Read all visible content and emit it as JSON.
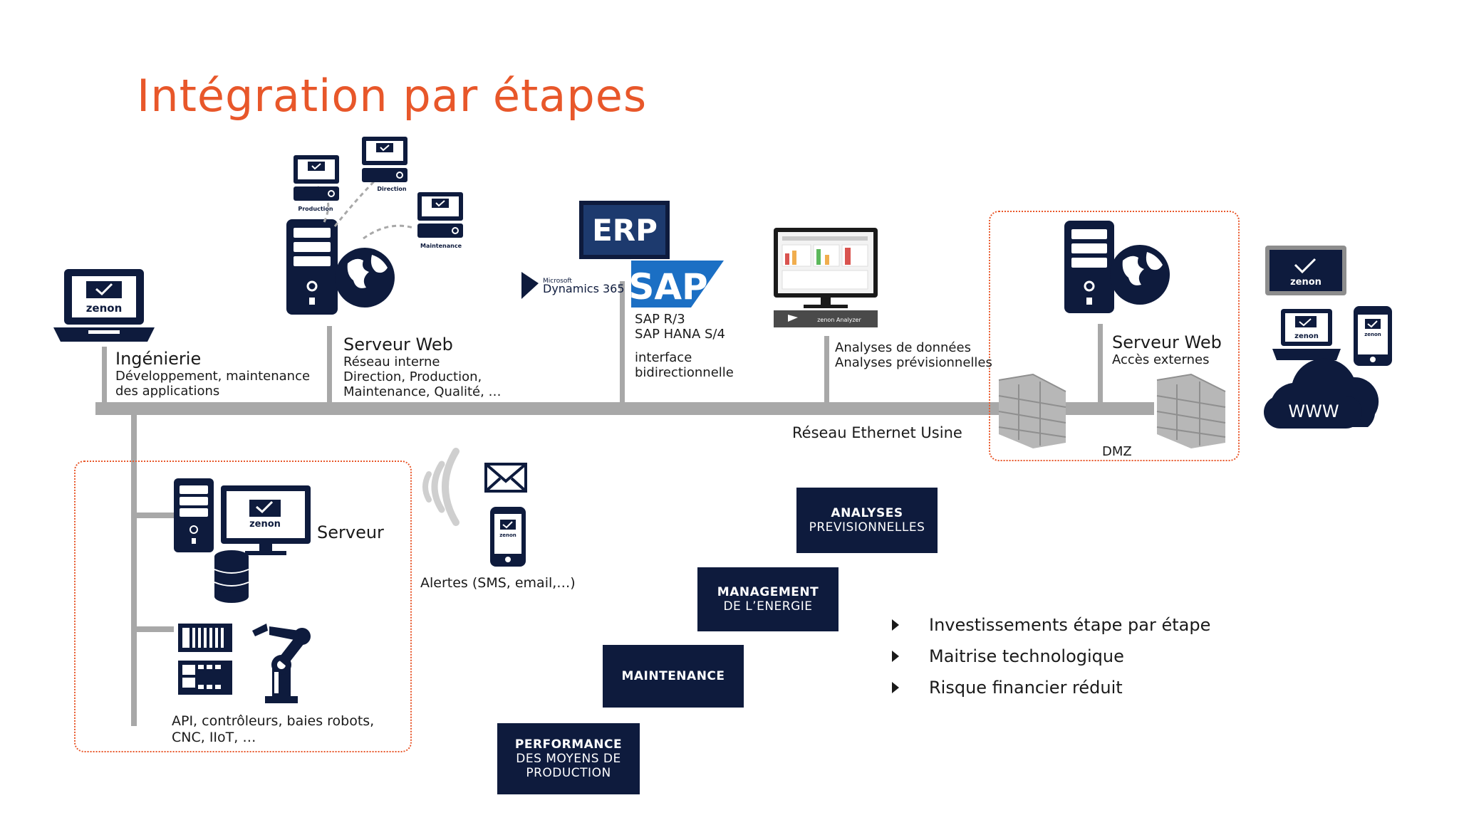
{
  "title": "Intégration par étapes",
  "nodes": {
    "engineering": {
      "title": "Ingénierie",
      "lines": [
        "Développement, maintenance",
        "des applications"
      ]
    },
    "webserver_internal": {
      "title": "Serveur Web",
      "lines": [
        "Réseau interne",
        "Direction, Production,",
        "Maintenance, Qualité, …"
      ]
    },
    "mini_pc_labels": {
      "production": "Production",
      "direction": "Direction",
      "maintenance": "Maintenance"
    },
    "erp": {
      "badge": "ERP",
      "ms_top": "Microsoft",
      "ms_bottom": "Dynamics 365",
      "sap_logo": "SAP",
      "lines": [
        "SAP R/3",
        "SAP HANA S/4",
        "",
        "interface",
        "bidirectionnelle"
      ]
    },
    "analyzer": {
      "caption": "zenon Analyzer",
      "lines": [
        "Analyses de données",
        "Analyses prévisionnelles"
      ]
    },
    "webserver_external": {
      "title": "Serveur Web",
      "lines": [
        "Accès externes"
      ]
    },
    "network_label": "Réseau Ethernet Usine",
    "dmz_label": "DMZ",
    "www_label": "WWW",
    "server_label": "Serveur",
    "devices_lines": [
      "API, contrôleurs, baies robots,",
      "CNC, IIoT, …"
    ],
    "alerts_label": "Alertes (SMS, email,…)",
    "zenon_brand": "zenon"
  },
  "steps": [
    {
      "l1": "PERFORMANCE",
      "l2": "DES MOYENS DE",
      "l3": "PRODUCTION"
    },
    {
      "l1": "MAINTENANCE",
      "l2": "",
      "l3": ""
    },
    {
      "l1": "MANAGEMENT",
      "l2": "DE L’ENERGIE",
      "l3": ""
    },
    {
      "l1": "ANALYSES",
      "l2": "PREVISIONNELLES",
      "l3": ""
    }
  ],
  "bullets": [
    "Investissements étape par étape",
    "Maitrise technologique",
    "Risque financier réduit"
  ],
  "colors": {
    "accent": "#e8572a",
    "navy": "#0e1b3d",
    "network": "#a8a8a8"
  }
}
